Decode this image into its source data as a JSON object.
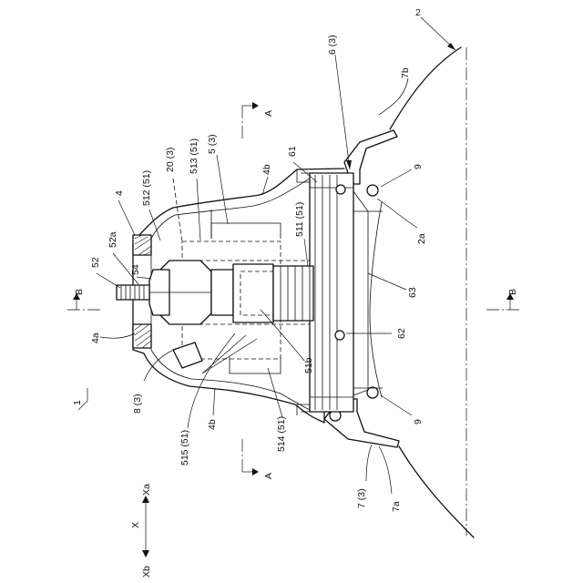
{
  "figure": {
    "labels": {
      "ref_1": "1",
      "ref_2": "2",
      "ref_2a": "2a",
      "ref_4": "4",
      "ref_4a": "4a",
      "ref_4b_top": "4b",
      "ref_4b_bottom": "4b",
      "ref_5": "5 (3)",
      "ref_6": "6 (3)",
      "ref_7": "7 (3)",
      "ref_7a": "7a",
      "ref_7b": "7b",
      "ref_8": "8 (3)",
      "ref_9_top": "9",
      "ref_9_bottom": "9",
      "ref_20": "20 (3)",
      "ref_51b": "51b",
      "ref_52": "52",
      "ref_52a": "52a",
      "ref_54": "54",
      "ref_61": "61",
      "ref_62": "62",
      "ref_63": "63",
      "ref_511": "511 (51)",
      "ref_512": "512 (51)",
      "ref_513": "513 (51)",
      "ref_514": "514 (51)",
      "ref_515": "515 (51)",
      "section_a_top": "A",
      "section_a_bottom": "A",
      "section_b_left": "B",
      "section_b_right": "B",
      "axis_x": "X",
      "axis_xa": "Xa",
      "axis_xb": "Xb"
    }
  }
}
